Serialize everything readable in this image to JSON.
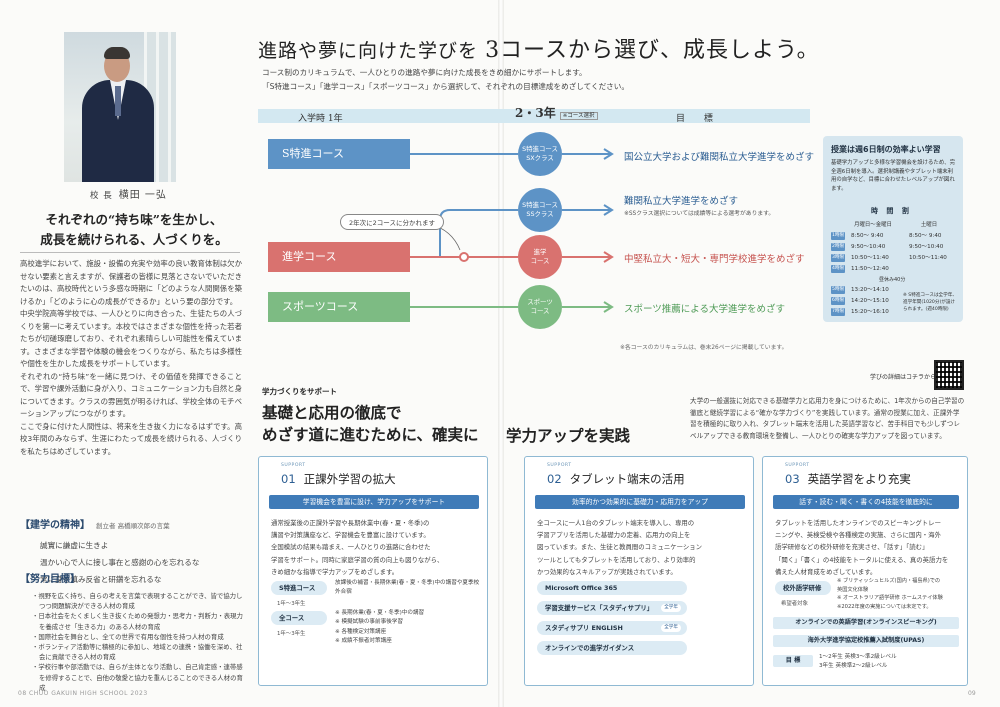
{
  "left": {
    "principal_title": "校 長",
    "principal_name": "横田 一弘",
    "motto_line1": "それぞれの“持ち味”を生かし、",
    "motto_line2": "成長を続けられる、人づくりを。",
    "body_paragraphs": [
      "高校進学において、施設・設備の充実や効率の良い教育体制は欠かせない要素と言えますが、保護者の皆様に見落とさないでいただきたいのは、高校時代という多感な時期に「どのような人間関係を築けるか」「どのように心の成長ができるか」という要の部分です。",
      "中央学院高等学校では、一人ひとりに向き合った、生徒たちの人づくりを第一に考えています。本校ではさまざまな個性を持った若者たちが切磋琢磨しており、それぞれ素晴らしい可能性を備えています。さまざまな学習や体験の機会をつくりながら、私たちは多様性や個性を生かした成長をサポートしています。",
      "それぞれの“持ち味”を一緒に見つけ、その価値を発揮できることで、学習や課外活動に身が入り、コミュニケーション力も自然と身についてきます。クラスの雰囲気が明るければ、学校全体のモチベーションアップにつながります。",
      "ここで身に付けた人間性は、将来を生き抜く力になるはずです。高校3年間のみならず、生涯にわたって成長を続けられる、人づくりを私たちはめざしています。"
    ],
    "spirit_heading": "【建学の精神】",
    "spirit_by": "創立者 高橋順次郎の言葉",
    "spirit_items": [
      "誠實に謙虚に生きよ",
      "温かい心で人に接し事在と感謝の心を忘れるな",
      "常に身を慎み反省と研鑽を忘れるな"
    ],
    "goals_heading": "【努力目標】",
    "goals_items": [
      "・視野を広く持ち、自らの考えを言葉で表現することができ、皆で協力しつつ問題解決ができる人材の育成",
      "・日本社会をたくましく生き抜くための発想力・思考力・判断力・表現力を養成させ「生きる力」のある人材の育成",
      "・国際社会を舞台とし、全ての世界で有用な個性を持つ人材の育成",
      "・ボランティア活動等に積極的に参加し、地域との連携・協働を深め、社会に貢献できる人材の育成",
      "・学校行事や部活動では、自らが主体となり活動し、自己肯定感・連帯感を修得することで、自他の敬愛と協力を重んじることのできる人材の育成"
    ],
    "footer": "08 CHUO GAKUIN HIGH SCHOOL 2023"
  },
  "right": {
    "title_a": "進路や夢に向けた学びを",
    "title_b": "3コースから選び、成長しよう。",
    "intro_line1": "コース制のカリキュラムで、一人ひとりの進路や夢に向けた成長をきめ細かにサポートします。",
    "intro_line2": "「S特進コース」「進学コース」「スポーツコース」から選択して、それぞれの目標達成をめざしてください。",
    "hdr_year1": "入学時 1年",
    "hdr_year23": "2・3年",
    "hdr_year23_note": "※コース選択",
    "hdr_goal": "目 標",
    "courses": [
      "S特進コース",
      "進学コース",
      "スポーツコース"
    ],
    "bubbles": [
      {
        "l1": "S特進コース",
        "l2": "SXクラス"
      },
      {
        "l1": "S特進コース",
        "l2": "SSクラス"
      },
      {
        "l1": "進学",
        "l2": "コース"
      },
      {
        "l1": "スポーツ",
        "l2": "コース"
      }
    ],
    "split_note": "2年次に2コースに分かれます",
    "goals": [
      "国公立大学および難関私立大学進学をめざす",
      "難関私立大学進学をめざす",
      "中堅私立大・短大・専門学校進学をめざす",
      "スポーツ推薦による大学進学をめざす"
    ],
    "goal_ss_note": "※SSクラス選択については成績等による選考があります。",
    "curriculum_note": "※各コースのカリキュラムは、巻末26ページに掲載しています。",
    "timetable": {
      "title": "授業は週6日制の効率よい学習",
      "desc": "基礎学力アップと多様な学習機会を設けるため、完全週6日制を導入。選択制講義やタブレット端末利用の自学など、目標に合わせたレベルアップが図れます。",
      "heading": "時 間 割",
      "col_a": "月曜日～金曜日",
      "col_b": "土曜日",
      "rows": [
        {
          "p": "1時限",
          "a": "8:50～ 9:40",
          "b": "8:50～ 9:40"
        },
        {
          "p": "2時限",
          "a": "9:50～10:40",
          "b": "9:50～10:40"
        },
        {
          "p": "3時限",
          "a": "10:50～11:40",
          "b": "10:50～11:40"
        },
        {
          "p": "4時限",
          "a": "11:50～12:40",
          "b": ""
        },
        {
          "p": "5時限",
          "a": "13:20～14:10",
          "b": ""
        },
        {
          "p": "6時限",
          "a": "14:20～15:10",
          "b": ""
        },
        {
          "p": "7時限",
          "a": "15:20～16:10",
          "b": ""
        }
      ],
      "lunch": "昼休み40分",
      "side_note": "※ S特進コースは全学年、進学年間(1020分)が設けられます。(週40時限)"
    },
    "qr_label": "学びの詳細はコチラから！",
    "support_label": "学力づくりをサポート",
    "big_l1": "基礎と応用の徹底で",
    "big_l2": "めざす道に進むために、確実に",
    "big_l3": "学力アップを実践",
    "right_intro": "大学の一般選抜に対応できる基礎学力と応用力を身につけるために、1年次からの自己学習の徹底と継続学習による“確かな学力づくり”を実践しています。通常の授業に加え、正課外学習を積極的に取り入れ、タブレット端末を活用した英語学習など、苦手科目でも少しずつレベルアップできる教育環境を整備し、一人ひとりの確実な学力アップを図っています。",
    "cards": [
      {
        "sp": "SUPPORT",
        "num": "01",
        "title": "正課外学習の拡大",
        "band": "学習機会を豊富に設け、学力アップをサポート",
        "text": [
          "通常授業後の正課外学習や長期休業中(春・夏・冬季)の",
          "講習や対策講座など、学習機会を豊富に設けています。",
          "全国模試の結果も踏まえ、一人ひとりの進路に合わせた",
          "学習をサポート。同時に家庭学習の質の向上も図りながら、",
          "きめ細かな指導で学力アップをめざします。"
        ],
        "t1": "S特進コース",
        "t1s": "1年～3年生",
        "t1i": "放課後の補習・長期休業(春・夏・冬季)中の講習や夏季校外合宿",
        "t2": "全コース",
        "t2s": "1年～3年生",
        "t2i": [
          "※ 長期休業(春・夏・冬季)中の講習",
          "※ 模擬試験の事前事後学習",
          "※ 各種検定対策講座",
          "※ 成績不振者対策講座"
        ]
      },
      {
        "sp": "SUPPORT",
        "num": "02",
        "title": "タブレット端末の活用",
        "band": "効率的かつ効果的に基礎力・応用力をアップ",
        "text": [
          "全コースに一人1台のタブレット端末を導入し、専用の",
          "学習アプリを活用した基礎力の定着、応用力の向上を",
          "図っています。また、生徒と教員間のコミュニケーション",
          "ツールとしてもタブレットを活用しており、より効率的",
          "かつ効果的なスキルアップが実践されています。"
        ],
        "tags": [
          {
            "label": "Microsoft Office 365",
            "badge": ""
          },
          {
            "label": "学習支援サービス「スタディサプリ」",
            "badge": "全学年"
          },
          {
            "label": "スタディサプリ ENGLISH",
            "badge": "全学年"
          },
          {
            "label": "オンラインでの進学ガイダンス",
            "badge": ""
          }
        ]
      },
      {
        "sp": "SUPPORT",
        "num": "03",
        "title": "英語学習をより充実",
        "band": "話す・読む・聞く・書くの4技能を徹底的に",
        "text": [
          "タブレットを活用したオンラインでのスピーキングトレー",
          "ニングや、英検受検や各種検定の実施、さらに国内・海外",
          "語学研修などの校外研修を充実させ、「話す」「読む」",
          "「聞く」「書く」の4技能をトータルに使える、真の英語力を",
          "備えた人材育成をめざしています。"
        ],
        "k1": "校外語学研修",
        "k1s": "希望者対象",
        "k1i": [
          "※ ブリティッシュヒルズ(国内・福島県)での",
          "英国文化体験",
          "※ オーストラリア語学研修 ホームステイ体験",
          "※2022年度の実施については未定です。"
        ],
        "k2": "オンラインでの英語学習(オンラインスピーキング)",
        "k3": "海外大学進学協定校推薦入試制度(UPAS)",
        "k4": "目 標",
        "k4a": "1～2年生 英検3～準2級レベル",
        "k4b": "3年生 英検準2～2級レベル"
      }
    ],
    "footer": "09"
  },
  "colors": {
    "blue": "#5d93c6",
    "red": "#d9726f",
    "green": "#7dbb83",
    "navy": "#2d5f93",
    "light": "#d3e8f1"
  }
}
